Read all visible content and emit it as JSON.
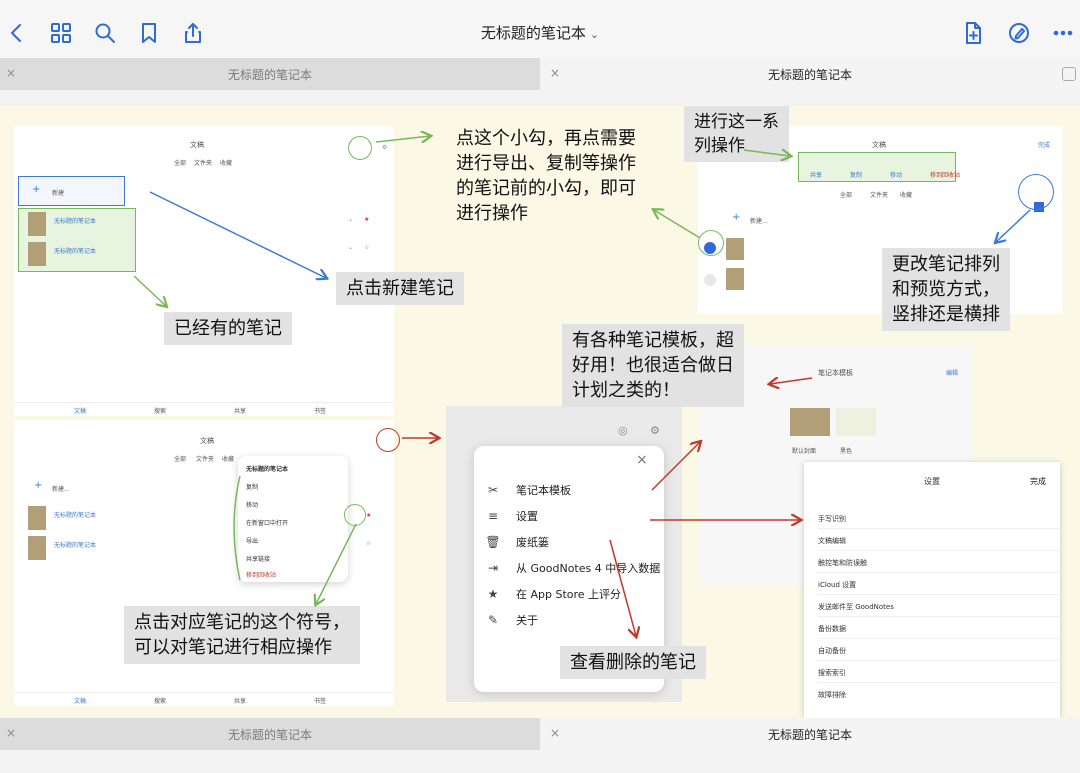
{
  "nav": {
    "title": "无标题的笔记本",
    "icons": [
      "back-icon",
      "grid-icon",
      "search-icon",
      "bookmark-icon",
      "share-icon",
      "add-page-icon",
      "pen-icon",
      "more-icon"
    ]
  },
  "tabs_top": {
    "left": {
      "label": "无标题的笔记本",
      "close": "×"
    },
    "right": {
      "label": "无标题的笔记本",
      "close": "×"
    }
  },
  "tabs_bottom": {
    "left": {
      "label": "无标题的笔记本",
      "close": "×"
    },
    "right": {
      "label": "无标题的笔记本",
      "close": "×"
    }
  },
  "shot1": {
    "title": "文稿",
    "seg": [
      "全部",
      "文件夹",
      "收藏"
    ],
    "new_label": "新建",
    "notes": [
      "无标题的笔记本",
      "无标题的笔记本"
    ],
    "bottom": [
      "文稿",
      "搜索",
      "共享",
      "书签"
    ]
  },
  "shot2": {
    "title": "文稿",
    "seg": [
      "全部",
      "文件夹",
      "收藏"
    ],
    "new_label": "新建...",
    "notes": [
      "无标题的笔记本",
      "无标题的笔记本"
    ],
    "ctx_title": "无标题的笔记本",
    "ctx_items": [
      "复制",
      "移动",
      "在新窗口中打开",
      "导出",
      "共享链接",
      "移到回收站"
    ],
    "bottom": [
      "文稿",
      "搜索",
      "共享",
      "书签"
    ]
  },
  "shot3": {
    "title": "文稿",
    "actions": [
      "共享",
      "复制",
      "移动",
      "移到回收站"
    ],
    "seg": [
      "全部",
      "文件夹",
      "收藏"
    ],
    "done": "完成",
    "new_label": "新建..."
  },
  "menu": {
    "close": "×",
    "items": [
      {
        "icon": "template-icon",
        "glyph": "✂",
        "label": "笔记本模板"
      },
      {
        "icon": "settings-icon",
        "glyph": "≡",
        "label": "设置"
      },
      {
        "icon": "trash-icon",
        "glyph": "🗑",
        "label": "废纸篓"
      },
      {
        "icon": "import-icon",
        "glyph": "⇥",
        "label": "从 GoodNotes 4 中导入数据"
      },
      {
        "icon": "rate-icon",
        "glyph": "★",
        "label": "在 App Store 上评分"
      },
      {
        "icon": "about-icon",
        "glyph": "✎",
        "label": "关于"
      }
    ]
  },
  "template_panel": {
    "title": "笔记本模板",
    "edit": "编辑",
    "covers": [
      "默认封面",
      "黑色"
    ]
  },
  "settings": {
    "title": "设置",
    "done": "完成",
    "rows": [
      "手写识别",
      "文稿编辑",
      "触控笔和防误触",
      "iCloud 设置",
      "发送邮件至 GoodNotes",
      "备份数据",
      "自动备份",
      "搜索索引",
      "故障排除"
    ]
  },
  "notes": {
    "tick_tip": [
      "点这个小勾，再点需要",
      "进行导出、复制等操作",
      "的笔记前的小勾，即可",
      "进行操作"
    ],
    "series_tip": [
      "进行这一系",
      "列操作"
    ],
    "new_note": "点击新建笔记",
    "existing": "已经有的笔记",
    "sort_tip": [
      "更改笔记排列",
      "和预览方式，",
      "竖排还是横排"
    ],
    "template_tip": [
      "有各种笔记模板，超",
      "好用！也很适合做日",
      "计划之类的！"
    ],
    "symbol_tip": [
      "点击对应笔记的这个符号，",
      "可以对笔记进行相应操作"
    ],
    "trash_tip": "查看删除的笔记"
  },
  "colors": {
    "accent": "#2f6ad8",
    "green_mark": "#78b85a",
    "red_mark": "#c0392b",
    "paper": "#fbf8e6"
  }
}
